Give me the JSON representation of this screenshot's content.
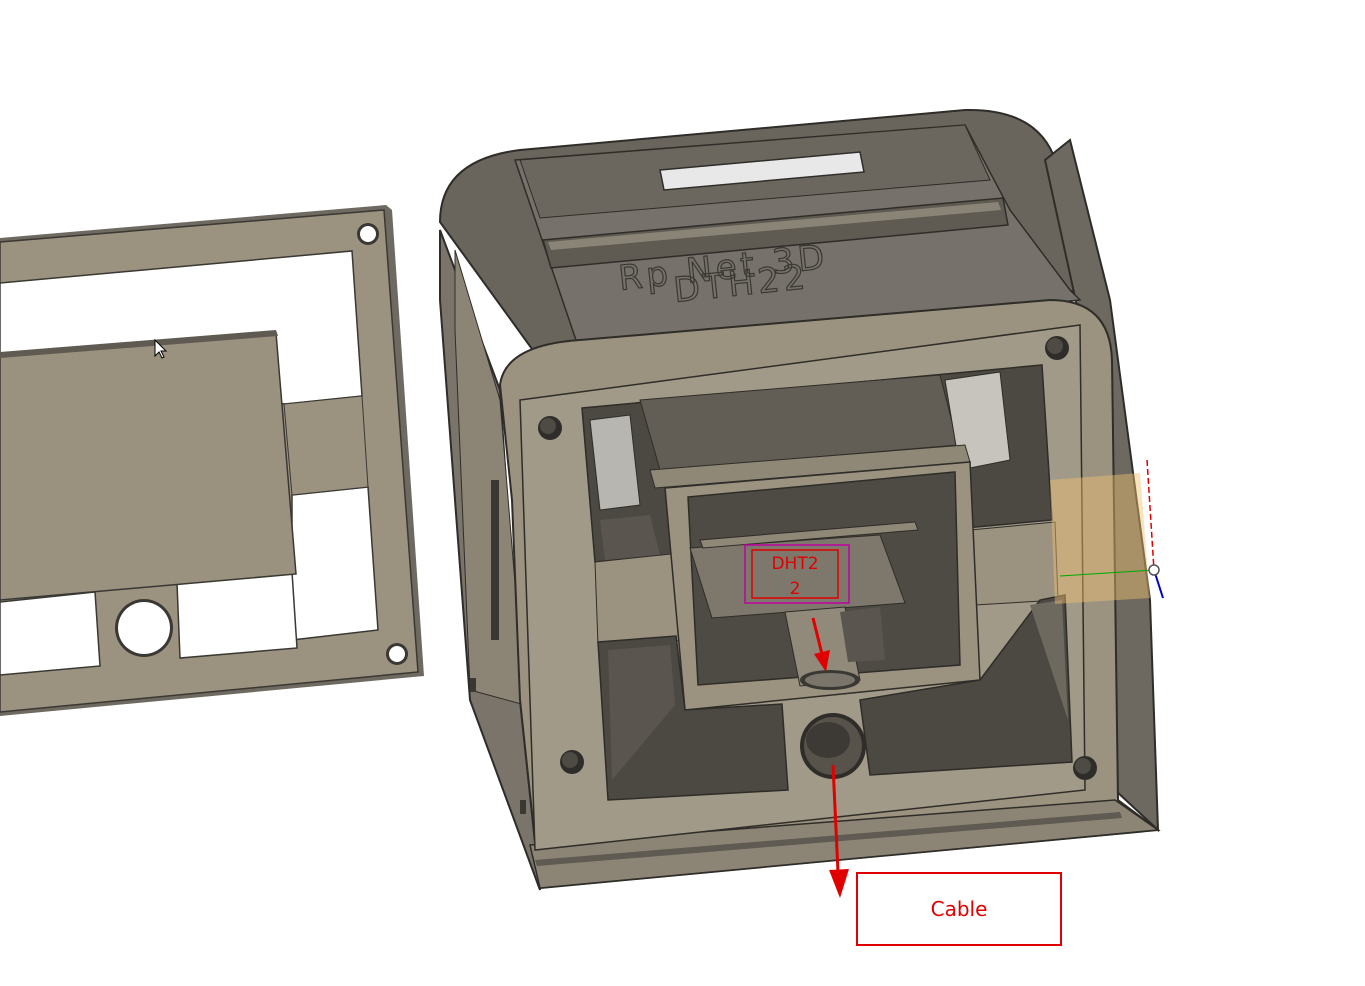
{
  "model": {
    "engraving_line1": "Rp Net 3D",
    "engraving_line2": "DTH22"
  },
  "annotations": {
    "sensor_label": "DHT2\n2",
    "sensor_label_line1": "DHT2",
    "sensor_label_line2": "2",
    "cable_label": "Cable"
  },
  "colors": {
    "background": "#ffffff",
    "part_face": "#9b9280",
    "part_dark": "#5f5a52",
    "annotation_red": "#e00000",
    "selection_highlight": "#f0c070"
  },
  "icons": {
    "cursor": "mouse-pointer-icon",
    "gizmo": "axis-triad-icon"
  }
}
